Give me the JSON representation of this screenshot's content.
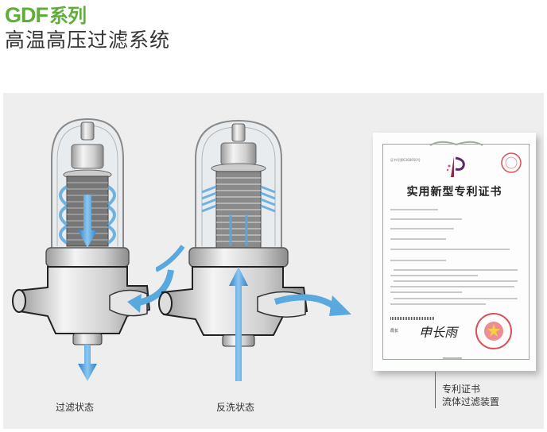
{
  "header": {
    "series_code": "GDF",
    "series_suffix": "系列",
    "product_title": "高温高压过滤系统"
  },
  "diagrams": [
    {
      "id": "filter",
      "caption": "过滤状态"
    },
    {
      "id": "backwash",
      "caption": "反洗状态"
    }
  ],
  "certificate": {
    "title": "实用新型专利证书",
    "cert_no_label": "证书号第6368950号",
    "signature": "申长雨",
    "signer_label": "局长",
    "caption_line1": "专利证书",
    "caption_line2": "流体过滤装置"
  },
  "colors": {
    "brand_green": "#5fae3a",
    "flow_blue": "#4a9fd8",
    "panel_bg": "#eeeeee",
    "seal_red": "#d9505a"
  }
}
